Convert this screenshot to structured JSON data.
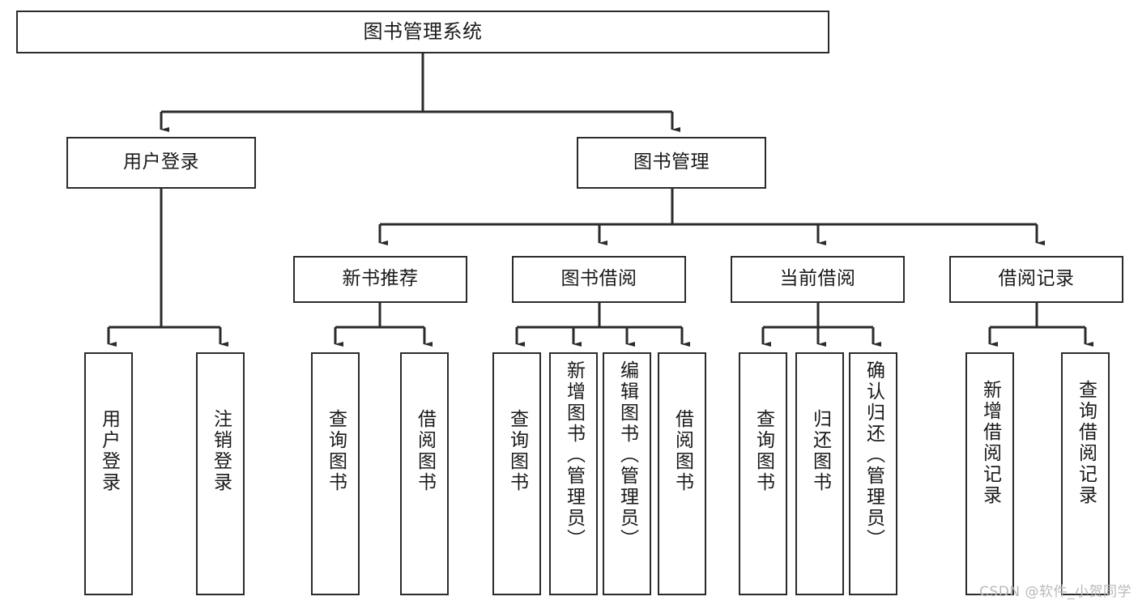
{
  "diagram": {
    "title": "图书管理系统",
    "type": "tree-hierarchy-diagram",
    "colors": {
      "box_border": "#2b2b2b",
      "box_fill": "#ffffff",
      "edge": "#2b2b2b",
      "text": "#1a1a1a",
      "watermark": "#b9b9b9",
      "background": "#ffffff"
    }
  },
  "root": {
    "label": "图书管理系统"
  },
  "level2": [
    {
      "label": "用户登录"
    },
    {
      "label": "图书管理"
    }
  ],
  "level3": [
    {
      "label": "新书推荐"
    },
    {
      "label": "图书借阅"
    },
    {
      "label": "当前借阅"
    },
    {
      "label": "借阅记录"
    }
  ],
  "leaves": {
    "user_login": [
      {
        "label": "用户登录"
      },
      {
        "label": "注销登录"
      }
    ],
    "new_book": [
      {
        "label": "查询图书"
      },
      {
        "label": "借阅图书"
      }
    ],
    "borrow_book": [
      {
        "label": "查询图书"
      },
      {
        "label": "新增图书（管理员）"
      },
      {
        "label": "编辑图书（管理员）"
      },
      {
        "label": "借阅图书"
      }
    ],
    "current_borrow": [
      {
        "label": "查询图书"
      },
      {
        "label": "归还图书"
      },
      {
        "label": "确认归还（管理员）"
      }
    ],
    "borrow_record": [
      {
        "label": "新增借阅记录"
      },
      {
        "label": "查询借阅记录"
      }
    ]
  },
  "watermark": {
    "text": "CSDN @软件_小贺同学"
  }
}
